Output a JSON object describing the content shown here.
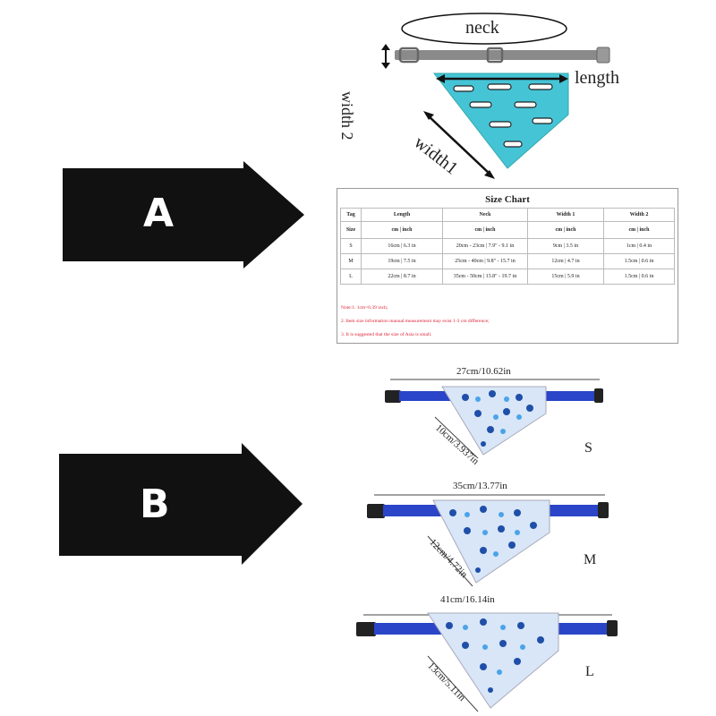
{
  "diagram": {
    "neck_label": "neck",
    "length_label": "length",
    "width1_label": "width1",
    "width2_label": "width 2"
  },
  "arrows": [
    {
      "letter": "A"
    },
    {
      "letter": "B"
    }
  ],
  "size_chart": {
    "title": "Size Chart",
    "headers": [
      "Tag",
      "Length",
      "Neck",
      "Width 1",
      "Width 2"
    ],
    "size_header": "Size",
    "unit": "cm | inch",
    "rows": [
      {
        "size": "S",
        "length": "16cm | 6.3 in",
        "neck": "20cm - 23cm | 7.9\" - 9.1 in",
        "width1": "9cm | 3.5 in",
        "width2": "1cm | 0.4 in"
      },
      {
        "size": "M",
        "length": "19cm | 7.5 in",
        "neck": "25cm - 40cm | 9.8\" - 15.7 in",
        "width1": "12cm | 4.7 in",
        "width2": "1.5cm | 0.6 in"
      },
      {
        "size": "L",
        "length": "22cm | 8.7 in",
        "neck": "35cm - 50cm | 13.8\" - 19.7 in",
        "width1": "15cm | 5.9 in",
        "width2": "1.5cm | 0.6 in"
      }
    ],
    "notes": [
      "Note:1.   1cm=0.39 inch;",
      "2.  Item size information manual measurement may exist 1-3 cm difference;",
      "3.  It is suggested that the size of Asia is small."
    ]
  },
  "products": [
    {
      "size": "S",
      "length": "27cm/10.62in",
      "width": "10cm/3.937in"
    },
    {
      "size": "M",
      "length": "35cm/13.77in",
      "width": "12cm/4.72in"
    },
    {
      "size": "L",
      "length": "41cm/16.14in",
      "width": "13cm/5.11in"
    }
  ],
  "colors": {
    "arrow": "#111111",
    "strap_gray": "#8a8a8a",
    "bandana_teal": "#45c4d6",
    "strap_blue": "#2a45c8",
    "bandana_light": "#d8e6f7",
    "note_red": "#d22233"
  }
}
